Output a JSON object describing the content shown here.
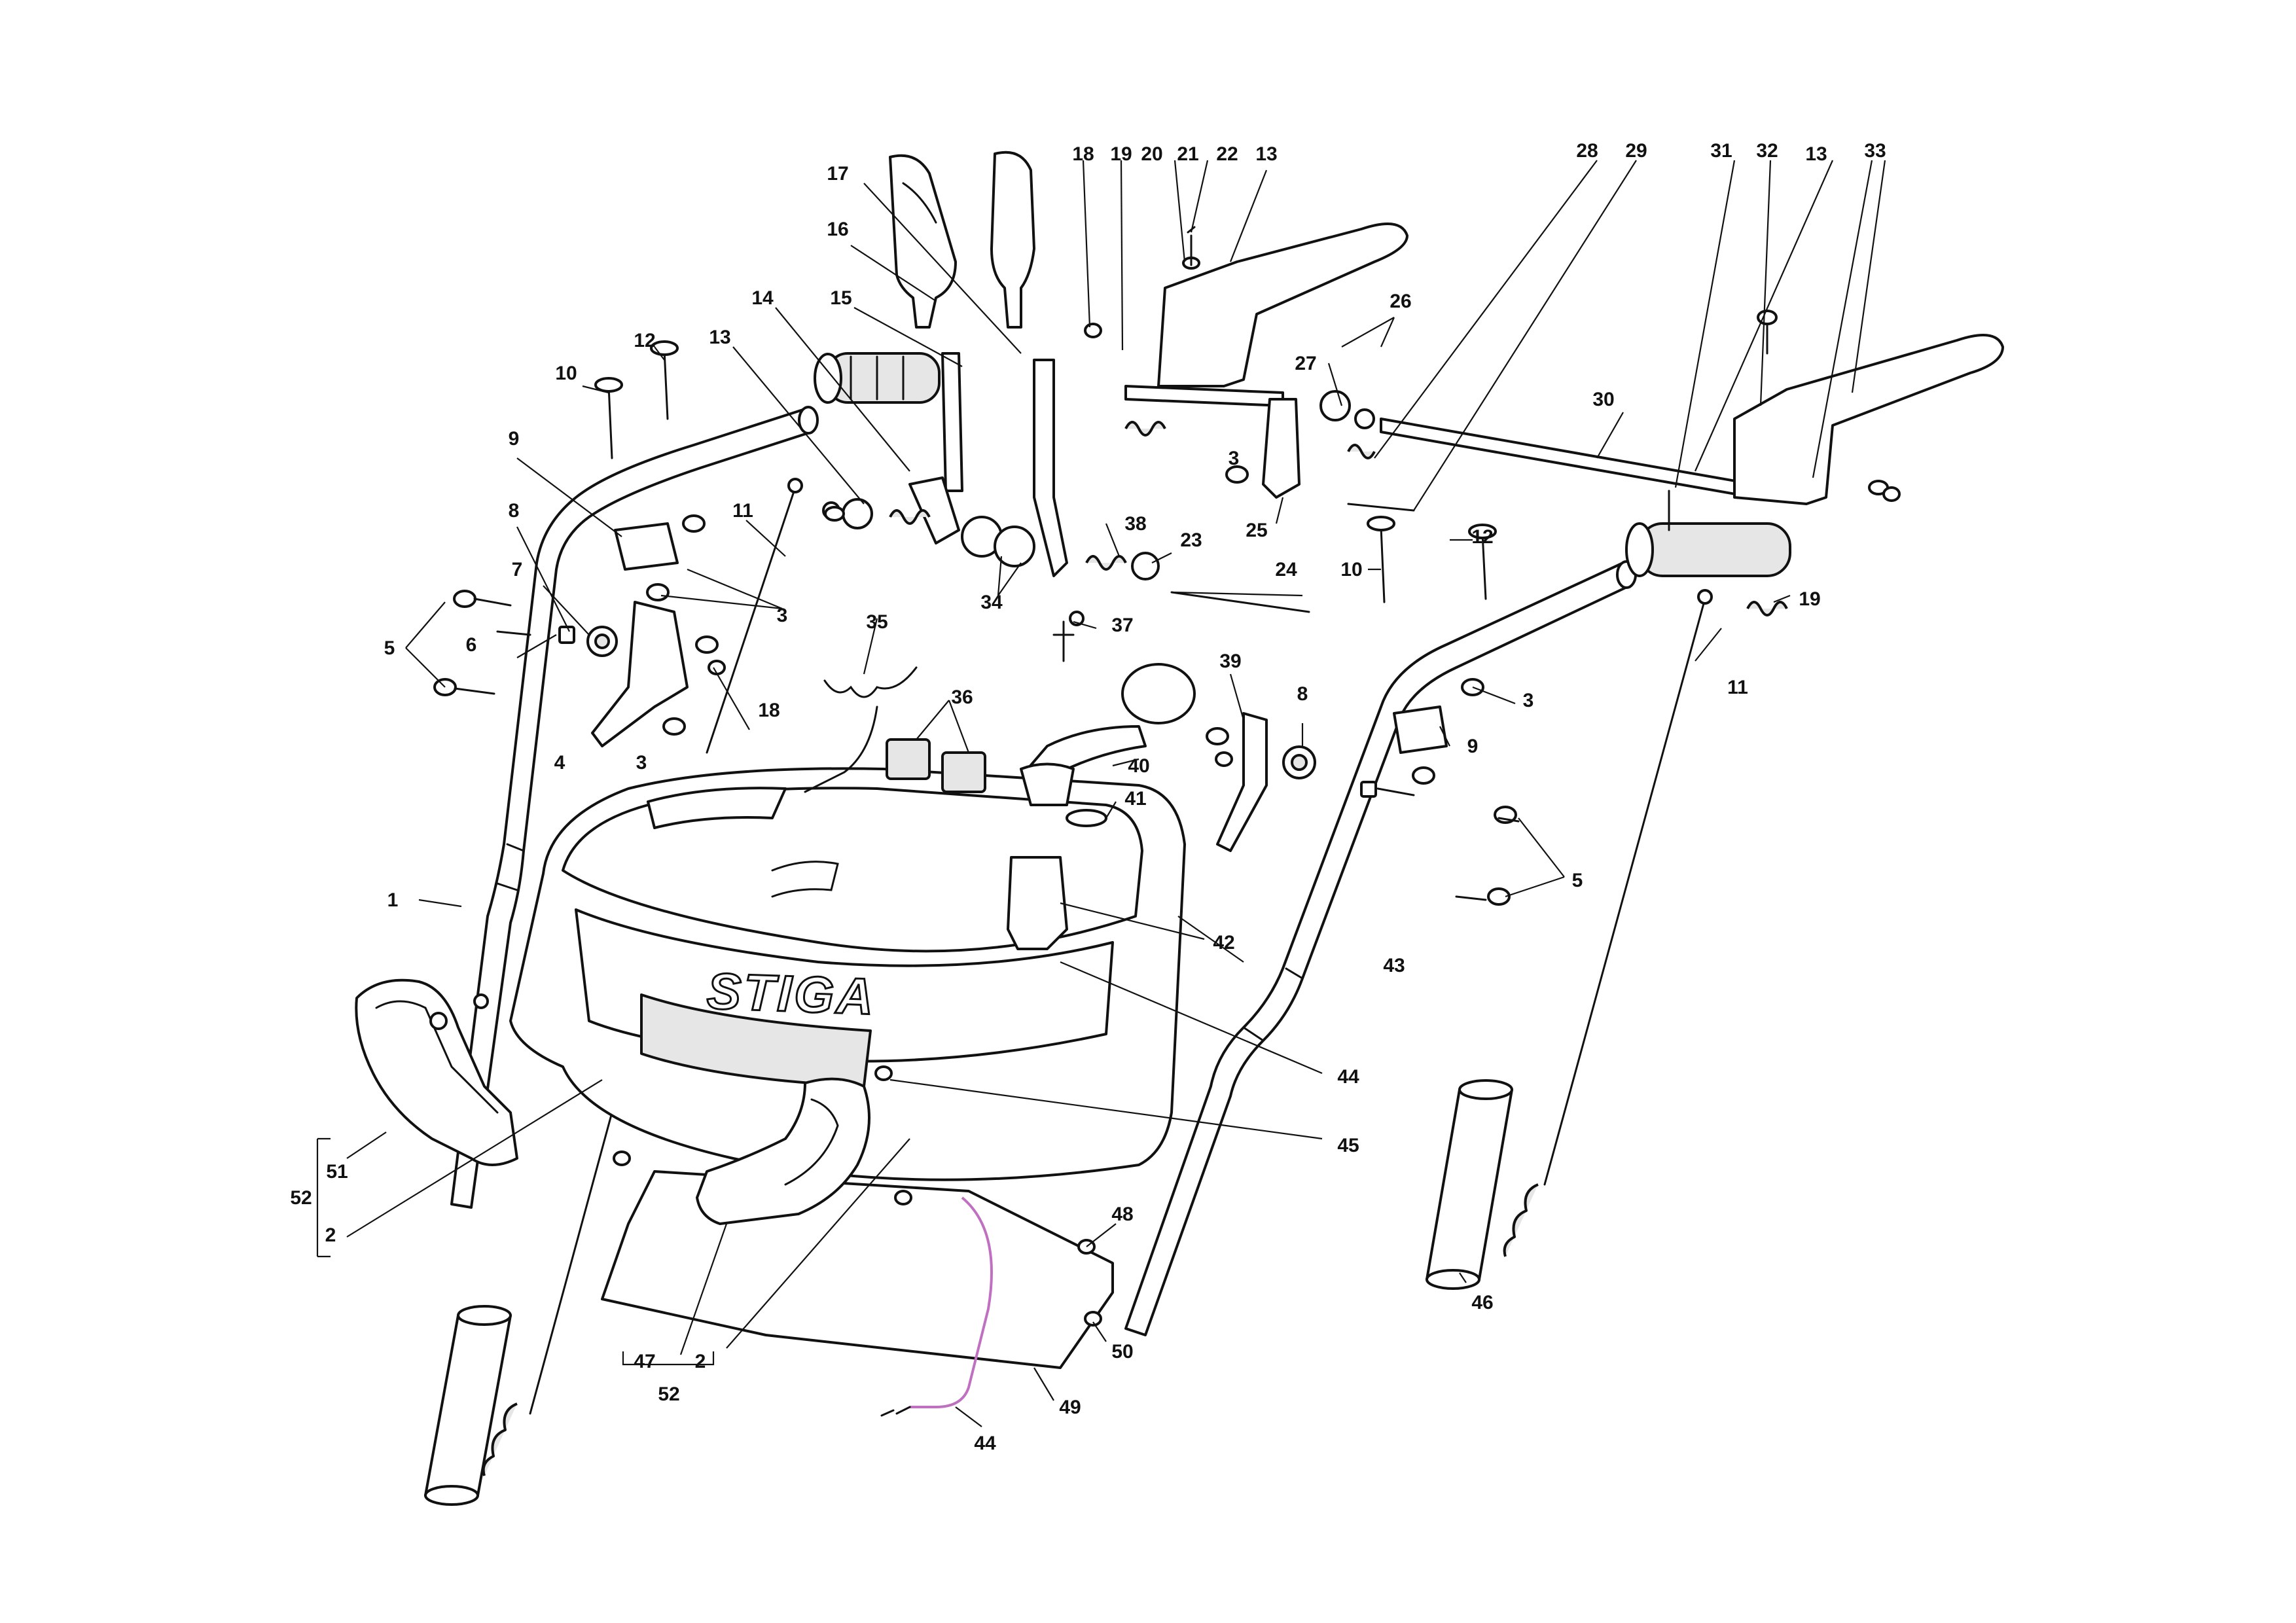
{
  "brand": {
    "logo_text": "STIGA"
  },
  "accent_color": "#c070c0",
  "callouts": [
    {
      "id": "c1",
      "label": "1"
    },
    {
      "id": "c2a",
      "label": "2"
    },
    {
      "id": "c2b",
      "label": "2"
    },
    {
      "id": "c3a",
      "label": "3"
    },
    {
      "id": "c3b",
      "label": "3"
    },
    {
      "id": "c3c",
      "label": "3"
    },
    {
      "id": "c3d",
      "label": "3"
    },
    {
      "id": "c4",
      "label": "4"
    },
    {
      "id": "c5a",
      "label": "5"
    },
    {
      "id": "c5b",
      "label": "5"
    },
    {
      "id": "c6",
      "label": "6"
    },
    {
      "id": "c7",
      "label": "7"
    },
    {
      "id": "c8a",
      "label": "8"
    },
    {
      "id": "c8b",
      "label": "8"
    },
    {
      "id": "c9a",
      "label": "9"
    },
    {
      "id": "c9b",
      "label": "9"
    },
    {
      "id": "c10a",
      "label": "10"
    },
    {
      "id": "c10b",
      "label": "10"
    },
    {
      "id": "c11a",
      "label": "11"
    },
    {
      "id": "c11b",
      "label": "11"
    },
    {
      "id": "c12a",
      "label": "12"
    },
    {
      "id": "c12b",
      "label": "12"
    },
    {
      "id": "c13a",
      "label": "13"
    },
    {
      "id": "c13b",
      "label": "13"
    },
    {
      "id": "c13c",
      "label": "13"
    },
    {
      "id": "c14",
      "label": "14"
    },
    {
      "id": "c15",
      "label": "15"
    },
    {
      "id": "c16",
      "label": "16"
    },
    {
      "id": "c17",
      "label": "17"
    },
    {
      "id": "c18a",
      "label": "18"
    },
    {
      "id": "c18b",
      "label": "18"
    },
    {
      "id": "c19a",
      "label": "19"
    },
    {
      "id": "c19b",
      "label": "19"
    },
    {
      "id": "c20",
      "label": "20"
    },
    {
      "id": "c21",
      "label": "21"
    },
    {
      "id": "c22",
      "label": "22"
    },
    {
      "id": "c23",
      "label": "23"
    },
    {
      "id": "c24",
      "label": "24"
    },
    {
      "id": "c25",
      "label": "25"
    },
    {
      "id": "c26",
      "label": "26"
    },
    {
      "id": "c27",
      "label": "27"
    },
    {
      "id": "c28",
      "label": "28"
    },
    {
      "id": "c29",
      "label": "29"
    },
    {
      "id": "c30",
      "label": "30"
    },
    {
      "id": "c31",
      "label": "31"
    },
    {
      "id": "c32",
      "label": "32"
    },
    {
      "id": "c33",
      "label": "33"
    },
    {
      "id": "c34",
      "label": "34"
    },
    {
      "id": "c35",
      "label": "35"
    },
    {
      "id": "c36",
      "label": "36"
    },
    {
      "id": "c37",
      "label": "37"
    },
    {
      "id": "c38",
      "label": "38"
    },
    {
      "id": "c39",
      "label": "39"
    },
    {
      "id": "c40",
      "label": "40"
    },
    {
      "id": "c41",
      "label": "41"
    },
    {
      "id": "c42",
      "label": "42"
    },
    {
      "id": "c43",
      "label": "43"
    },
    {
      "id": "c44a",
      "label": "44"
    },
    {
      "id": "c44b",
      "label": "44"
    },
    {
      "id": "c45",
      "label": "45"
    },
    {
      "id": "c46",
      "label": "46"
    },
    {
      "id": "c47",
      "label": "47"
    },
    {
      "id": "c48",
      "label": "48"
    },
    {
      "id": "c49",
      "label": "49"
    },
    {
      "id": "c50",
      "label": "50"
    },
    {
      "id": "c51",
      "label": "51"
    },
    {
      "id": "c52a",
      "label": "52"
    },
    {
      "id": "c52b",
      "label": "52"
    }
  ]
}
